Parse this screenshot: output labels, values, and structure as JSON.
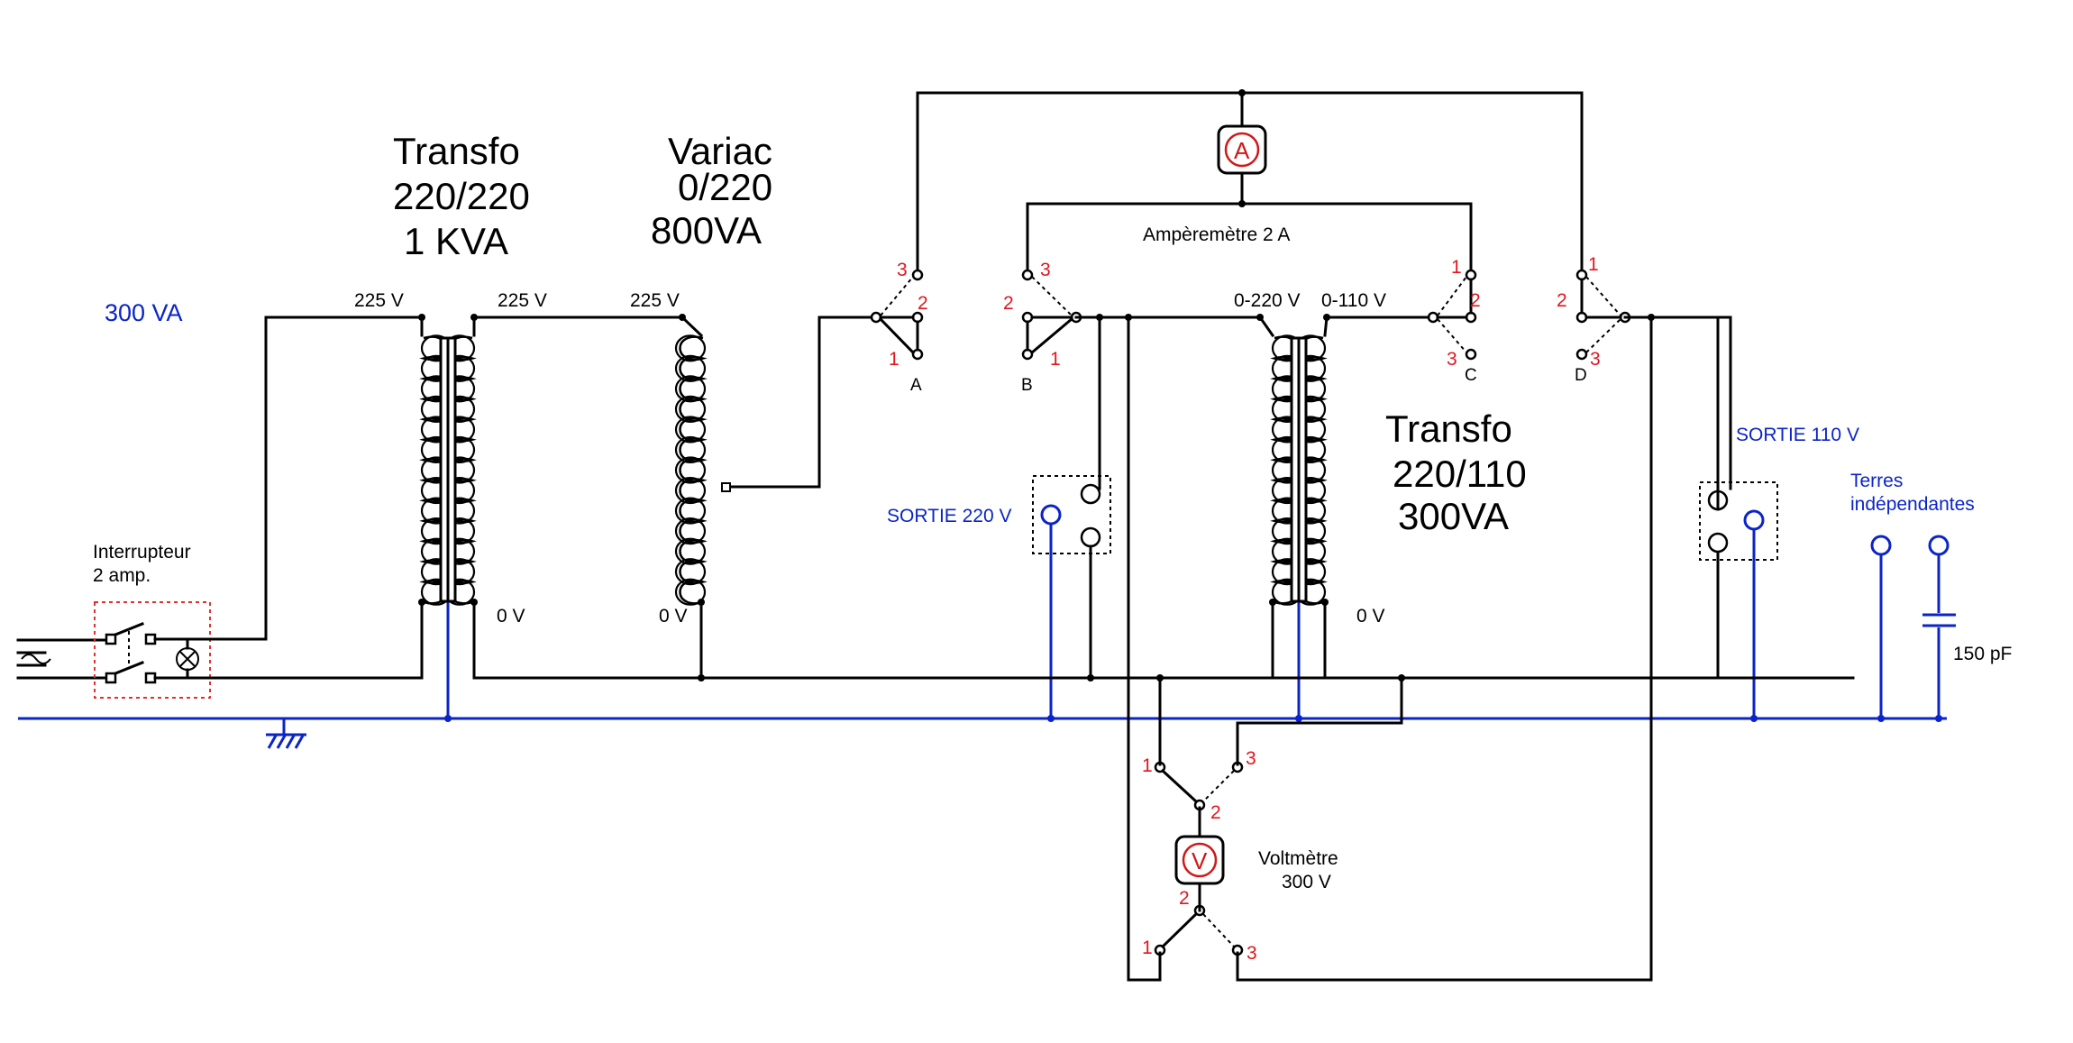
{
  "transformers": {
    "t1": {
      "name": "Transfo",
      "ratio": "220/220",
      "rating": "1 KVA"
    },
    "variac": {
      "name": "Variac",
      "ratio": "0/220",
      "rating": "800VA"
    },
    "t2": {
      "name": "Transfo",
      "ratio": "220/110",
      "rating": "300VA"
    }
  },
  "voltages": {
    "t1_in": "225 V",
    "t1_out": "225 V",
    "variac_in": "225 V",
    "t1_zero": "0 V",
    "variac_zero": "0 V",
    "t2_primary": "0-220 V",
    "t2_secondary": "0-110 V",
    "t2_zero": "0 V"
  },
  "labels": {
    "va_300": "300 VA",
    "switch_line1": "Interrupteur",
    "switch_line2": "2 amp.",
    "ammeter": "Ampèremètre 2 A",
    "voltmeter_line1": "Voltmètre",
    "voltmeter_line2": "300 V",
    "out_220": "SORTIE 220 V",
    "out_110": "SORTIE 110 V",
    "grounds_line1": "Terres",
    "grounds_line2": "indépendantes",
    "capacitor": "150 pF"
  },
  "meter_symbols": {
    "ammeter": "A",
    "voltmeter": "V"
  },
  "switches": {
    "A": {
      "letter": "A",
      "p1": "1",
      "p2": "2",
      "p3": "3"
    },
    "B": {
      "letter": "B",
      "p1": "1",
      "p2": "2",
      "p3": "3"
    },
    "C": {
      "letter": "C",
      "p1": "1",
      "p2": "2",
      "p3": "3"
    },
    "D": {
      "letter": "D",
      "p1": "1",
      "p2": "2",
      "p3": "3"
    },
    "V_top": {
      "p1": "1",
      "p2": "2",
      "p3": "3"
    },
    "V_bottom": {
      "p1": "1",
      "p2": "2",
      "p3": "3"
    }
  },
  "colors": {
    "wire": "#000000",
    "ground": "#0b24c8",
    "pin_numbers": "#e0161e",
    "switch_box": "#e03030"
  }
}
